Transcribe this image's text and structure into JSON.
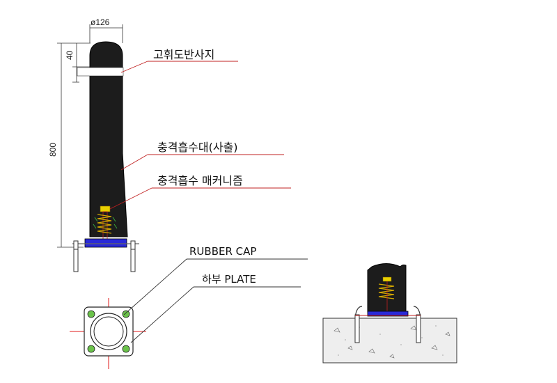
{
  "dimensions": {
    "diameter": "ø126",
    "band_height": "40",
    "total_height": "800"
  },
  "labels": {
    "reflective_sheet": "고휘도반사지",
    "impact_band": "충격흡수대(사출)",
    "impact_mechanism": "충격흡수 매커니즘",
    "rubber_cap": "RUBBER CAP",
    "bottom_plate": "하부 PLATE"
  },
  "colors": {
    "post": "#1c1c1c",
    "band": "#ffffff",
    "base_plate": "#2a2ad8",
    "spring": "#d4a800",
    "center_line": "#e01818",
    "leader": "#c02020",
    "bolt": "#3aa83a",
    "concrete": "#eeeeee"
  }
}
